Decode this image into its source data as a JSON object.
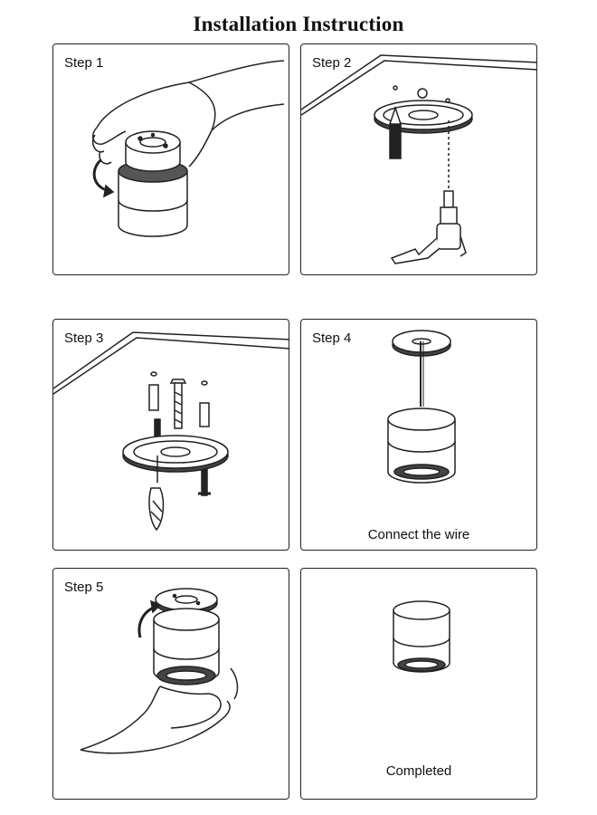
{
  "title": "Installation Instruction",
  "panels": [
    {
      "label": "Step 1",
      "caption": ""
    },
    {
      "label": "Step 2",
      "caption": ""
    },
    {
      "label": "Step 3",
      "caption": ""
    },
    {
      "label": "Step 4",
      "caption": "Connect the wire"
    },
    {
      "label": "Step 5",
      "caption": ""
    },
    {
      "label": "",
      "caption": "Completed"
    }
  ],
  "icons": [
    "hand-icon",
    "rotate-arrow-icon",
    "light-fixture-icon",
    "ceiling-icon",
    "mounting-plate-icon",
    "pencil-icon",
    "drill-icon",
    "wall-plug-icon",
    "screw-icon",
    "screwdriver-icon",
    "wire-icon"
  ],
  "colors": {
    "line": "#222222",
    "fill": "#ffffff"
  }
}
